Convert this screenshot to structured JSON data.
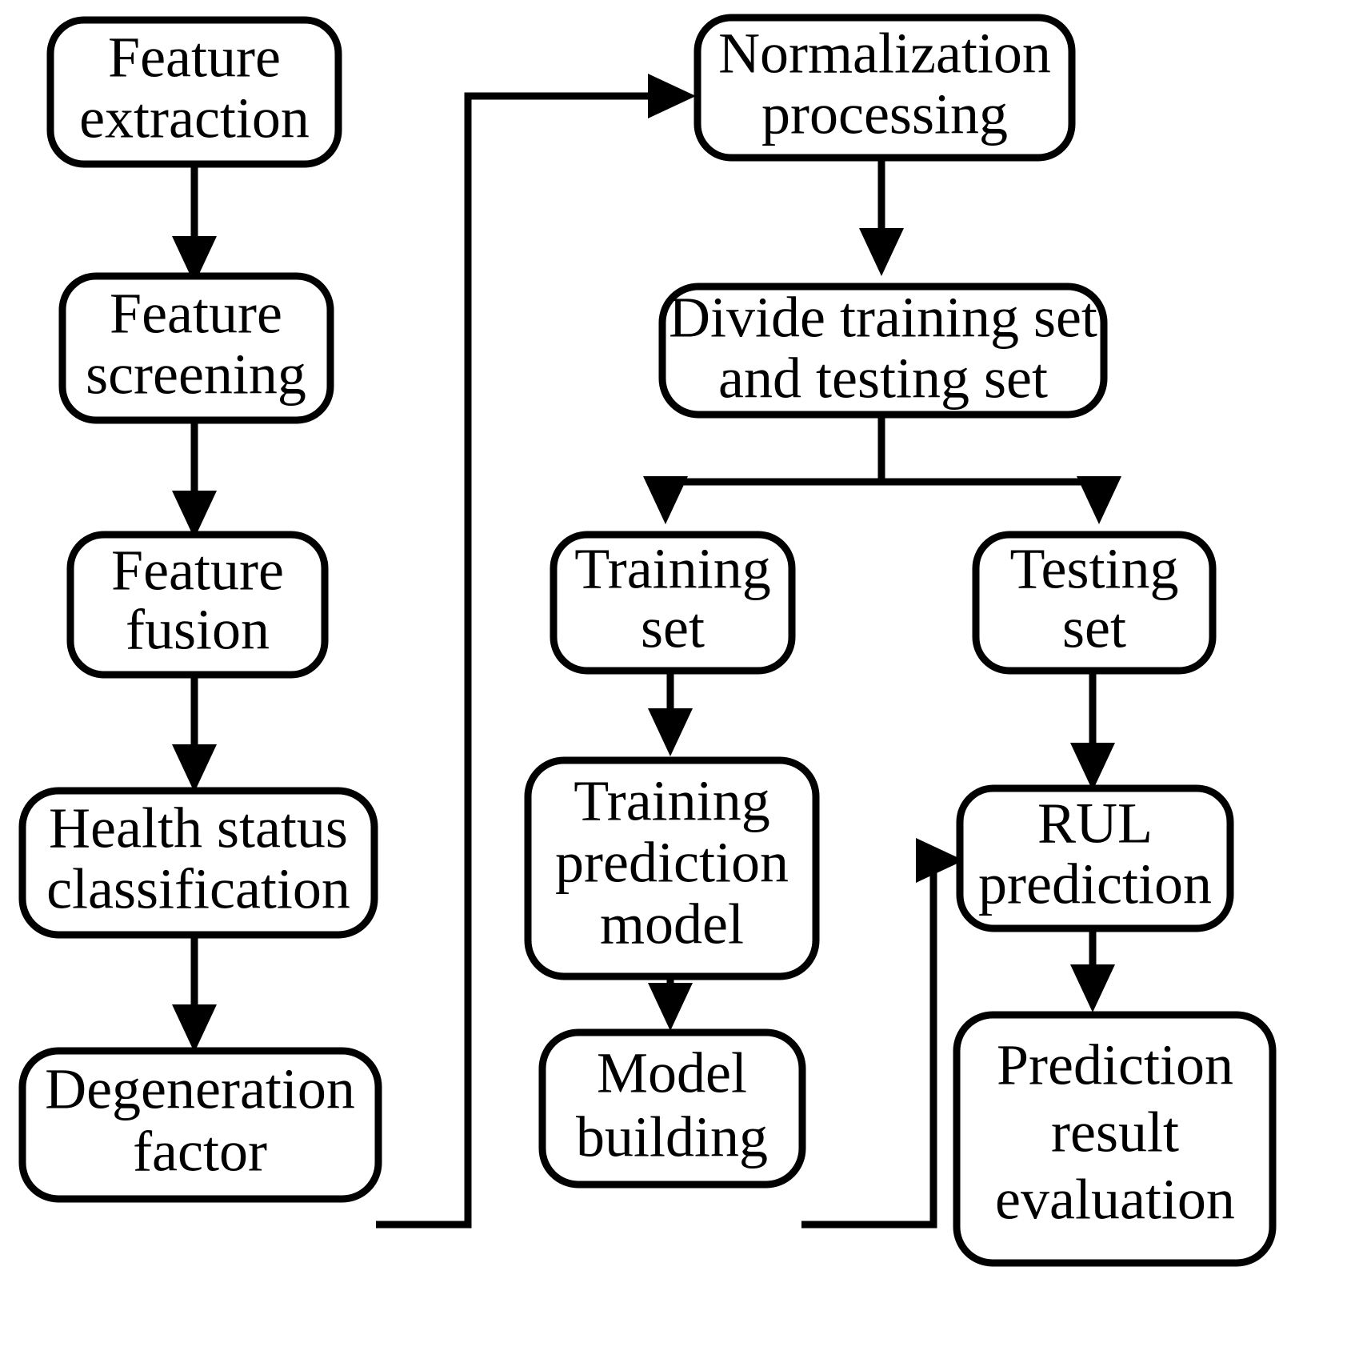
{
  "diagram": {
    "title": "RUL prediction methodology flowchart",
    "background_color": "#ffffff",
    "line_color": "#000000",
    "node_fill": "#ffffff",
    "nodes": [
      {
        "id": "feature-extraction",
        "line1": "Feature",
        "line2": "extraction"
      },
      {
        "id": "feature-screening",
        "line1": "Feature",
        "line2": "screening"
      },
      {
        "id": "feature-fusion",
        "line1": "Feature",
        "line2": "fusion"
      },
      {
        "id": "health-status-classification",
        "line1": "Health status",
        "line2": "classification"
      },
      {
        "id": "degeneration-factor",
        "line1": "Degeneration",
        "line2": "factor"
      },
      {
        "id": "normalization-processing",
        "line1": "Normalization",
        "line2": "processing"
      },
      {
        "id": "divide-training-testing",
        "line1": "Divide training set",
        "line2": "and testing set"
      },
      {
        "id": "training-set",
        "line1": "Training",
        "line2": "set"
      },
      {
        "id": "testing-set",
        "line1": "Testing",
        "line2": "set"
      },
      {
        "id": "training-prediction-model",
        "line1": "Training",
        "line2": "prediction",
        "line3": "model"
      },
      {
        "id": "model-building",
        "line1": "Model",
        "line2": "building"
      },
      {
        "id": "rul-prediction",
        "line1": "RUL",
        "line2": "prediction"
      },
      {
        "id": "prediction-result-evaluation",
        "line1": "Prediction",
        "line2": "result",
        "line3": "evaluation"
      }
    ],
    "edges": [
      {
        "id": "edge-feature-extraction-to-feature-screening",
        "from": "feature-extraction",
        "to": "feature-screening",
        "kind": "straight-down"
      },
      {
        "id": "edge-feature-screening-to-feature-fusion",
        "from": "feature-screening",
        "to": "feature-fusion",
        "kind": "straight-down"
      },
      {
        "id": "edge-feature-fusion-to-health-status",
        "from": "feature-fusion",
        "to": "health-status-classification",
        "kind": "straight-down"
      },
      {
        "id": "edge-health-status-to-degeneration-factor",
        "from": "health-status-classification",
        "to": "degeneration-factor",
        "kind": "straight-down"
      },
      {
        "id": "edge-degeneration-factor-to-normalization",
        "from": "degeneration-factor",
        "to": "normalization-processing",
        "kind": "elbow-right-up"
      },
      {
        "id": "edge-normalization-to-divide",
        "from": "normalization-processing",
        "to": "divide-training-testing",
        "kind": "straight-down"
      },
      {
        "id": "edge-divide-to-training-set",
        "from": "divide-training-testing",
        "to": "training-set",
        "kind": "split-left"
      },
      {
        "id": "edge-divide-to-testing-set",
        "from": "divide-training-testing",
        "to": "testing-set",
        "kind": "split-right"
      },
      {
        "id": "edge-training-set-to-training-prediction-model",
        "from": "training-set",
        "to": "training-prediction-model",
        "kind": "straight-down"
      },
      {
        "id": "edge-training-prediction-model-to-model-building",
        "from": "training-prediction-model",
        "to": "model-building",
        "kind": "straight-down"
      },
      {
        "id": "edge-model-building-to-rul-prediction",
        "from": "model-building",
        "to": "rul-prediction",
        "kind": "elbow-right-up"
      },
      {
        "id": "edge-testing-set-to-rul-prediction",
        "from": "testing-set",
        "to": "rul-prediction",
        "kind": "straight-down"
      },
      {
        "id": "edge-rul-prediction-to-prediction-result",
        "from": "rul-prediction",
        "to": "prediction-result-evaluation",
        "kind": "straight-down"
      }
    ]
  }
}
